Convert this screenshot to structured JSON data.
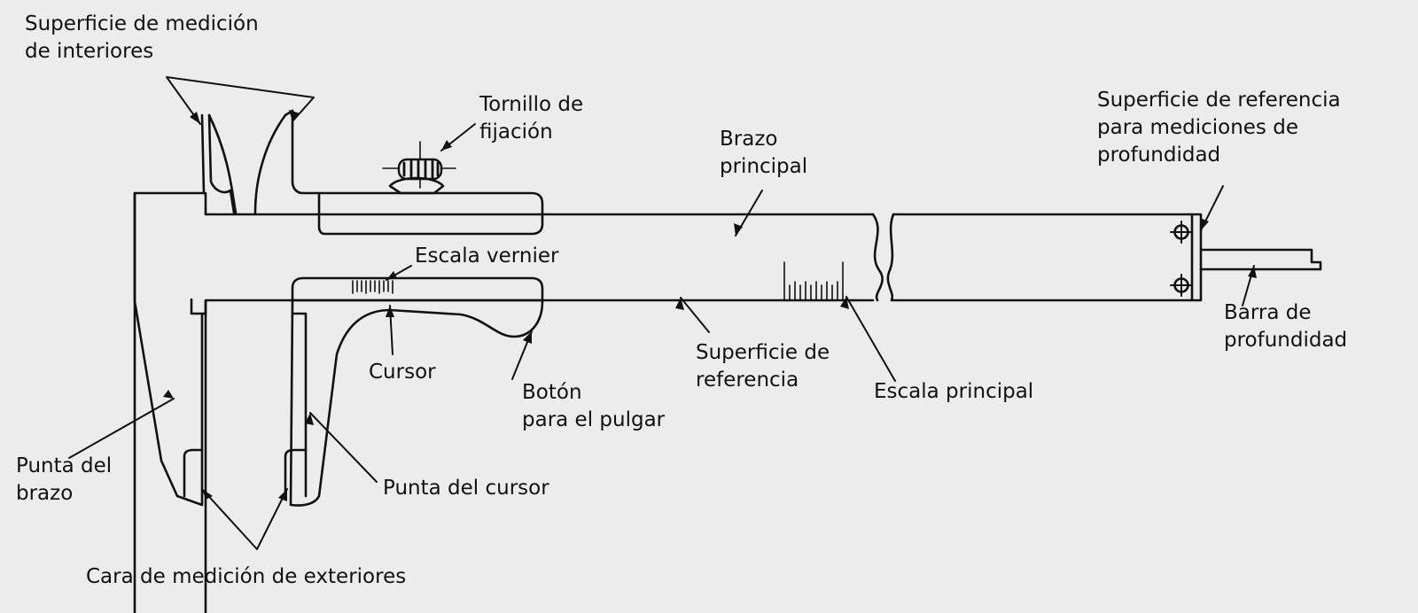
{
  "labels": {
    "superficie_interiores": [
      "Superficie de medición",
      "de interiores"
    ],
    "tornillo": [
      "Tornillo de",
      "fijación"
    ],
    "brazo_principal": [
      "Brazo",
      "principal"
    ],
    "superficie_profundidad": [
      "Superficie de referencia",
      "para mediciones de",
      "profundidad"
    ],
    "escala_vernier": [
      "Escala vernier"
    ],
    "barra_profundidad": [
      "Barra de",
      "profundidad"
    ],
    "cursor": [
      "Cursor"
    ],
    "boton_pulgar": [
      "Botón",
      "para el pulgar"
    ],
    "superficie_referencia": [
      "Superficie de",
      "referencia"
    ],
    "escala_principal": [
      "Escala principal"
    ],
    "punta_brazo": [
      "Punta del",
      "brazo"
    ],
    "punta_cursor": [
      "Punta del cursor"
    ],
    "cara_exteriores": [
      "Cara de medición de exteriores"
    ]
  },
  "colors": {
    "background": "#ececec",
    "line": "#111111"
  }
}
